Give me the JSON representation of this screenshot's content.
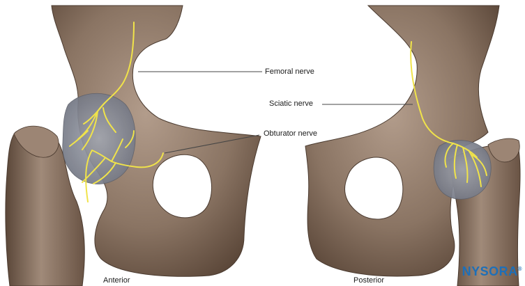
{
  "labels": {
    "femoral": "Femoral nerve",
    "sciatic": "Sciatic nerve",
    "obturator": "Obturator nerve",
    "anterior": "Anterior",
    "posterior": "Posterior"
  },
  "logo": {
    "text_main": "NYSORA",
    "registered": "®"
  },
  "colors": {
    "bone": "#86705f",
    "bone_light": "#a89181",
    "bone_dark": "#4e3d32",
    "capsule": "#8a8e99",
    "nerve": "#f0e34a",
    "leader_line": "#444444",
    "logo_primary": "#1d6fb8",
    "logo_accent": "#f47b20"
  }
}
